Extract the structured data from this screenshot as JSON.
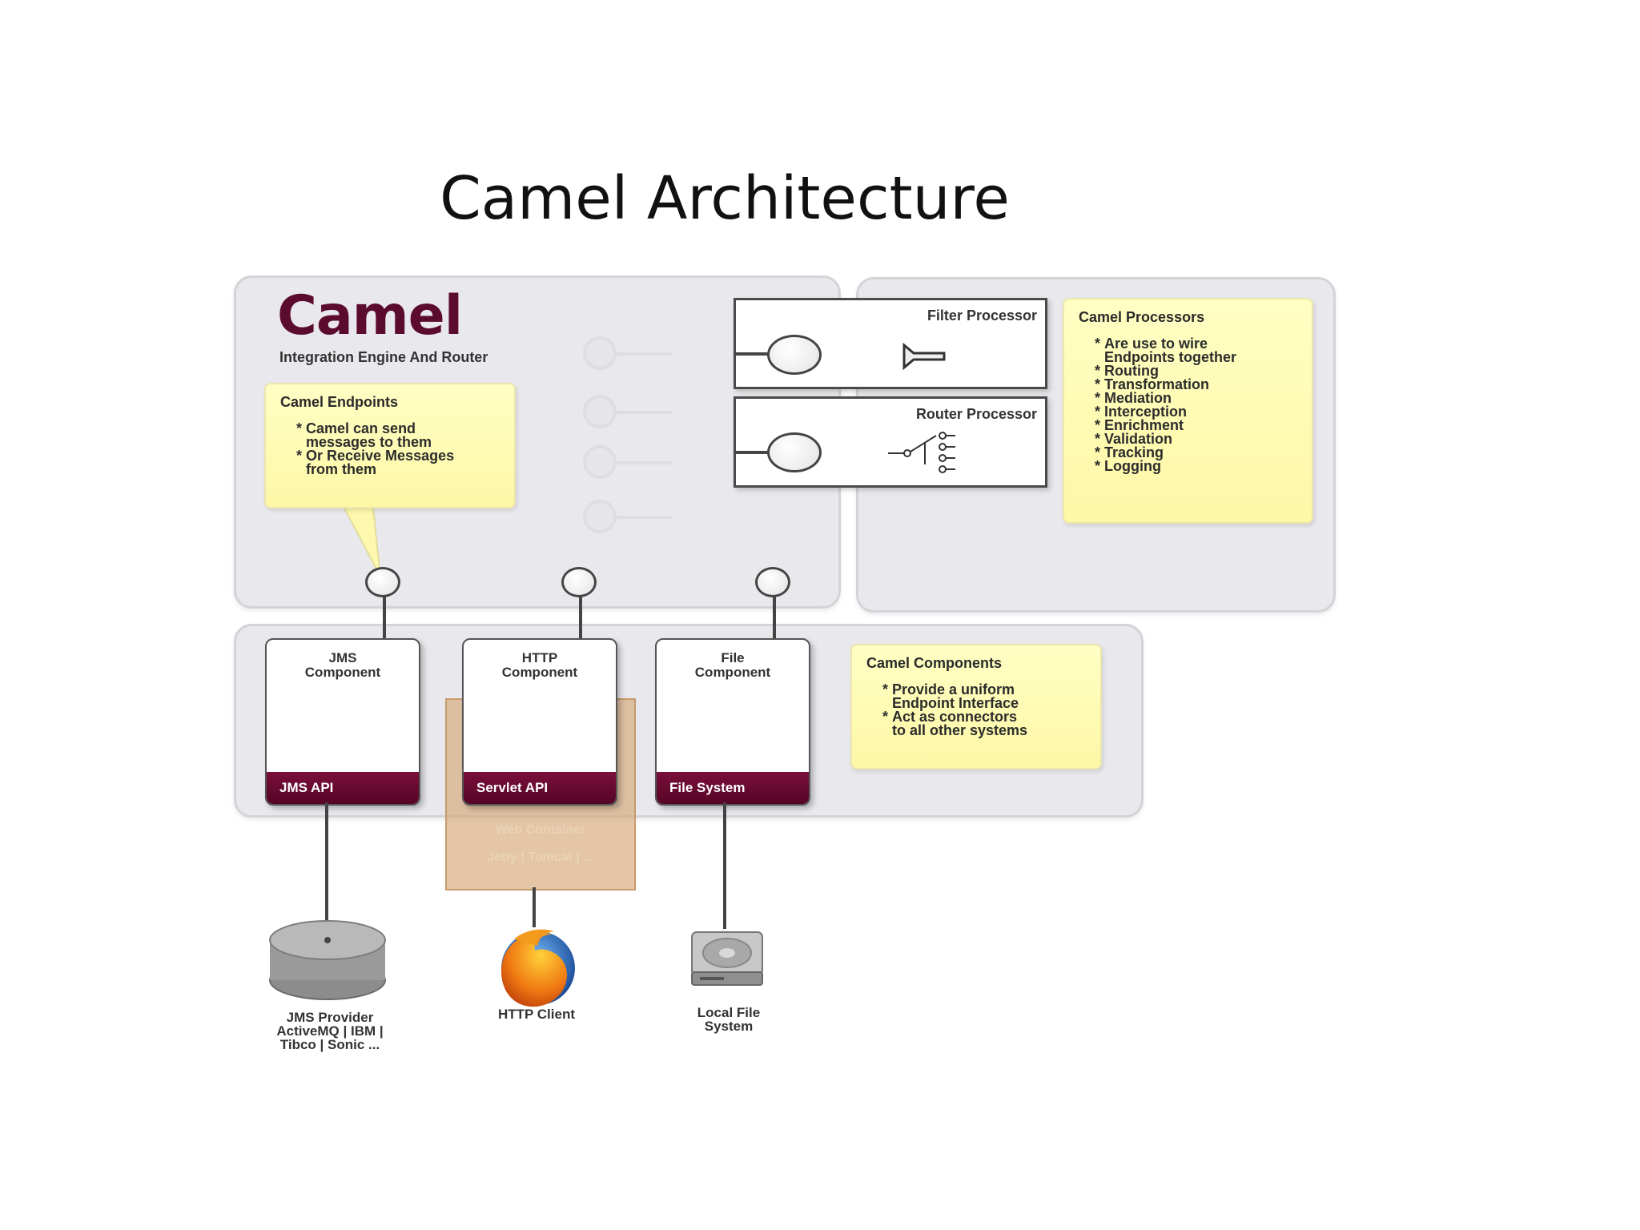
{
  "slide": {
    "title": "Camel Architecture"
  },
  "camel": {
    "logo": "Camel",
    "subtitle": "Integration Engine And Router"
  },
  "endpoints_note": {
    "title": "Camel Endpoints",
    "items": [
      "Camel can send\nmessages to them",
      "Or Receive Messages\nfrom them"
    ]
  },
  "processors": [
    {
      "title": "Filter Processor",
      "icon": "funnel-icon"
    },
    {
      "title": "Router Processor",
      "icon": "router-icon"
    }
  ],
  "processors_note": {
    "title": "Camel Processors",
    "items": [
      "Are use to wire\nEndpoints together",
      "Routing",
      "Transformation",
      "Mediation",
      "Interception",
      "Enrichment",
      "Validation",
      "Tracking",
      "Logging"
    ]
  },
  "components": [
    {
      "title": "JMS\nComponent",
      "api": "JMS API"
    },
    {
      "title": "HTTP\nComponent",
      "api": "Servlet API"
    },
    {
      "title": "File\nComponent",
      "api": "File System"
    }
  ],
  "components_note": {
    "title": "Camel Components",
    "items": [
      "Provide a uniform\nEndpoint Interface",
      "Act as connectors\nto all other systems"
    ]
  },
  "web_container": {
    "label": "Web Container",
    "servers": "Jetty | Tomcat | ..."
  },
  "externals": [
    {
      "label": "JMS Provider\nActiveMQ | IBM |\nTibco | Sonic ...",
      "icon": "database-icon"
    },
    {
      "label": "HTTP Client",
      "icon": "firefox-icon"
    },
    {
      "label": "Local File\nSystem",
      "icon": "hard-drive-icon"
    }
  ],
  "colors": {
    "component_bar": "#6a0a30",
    "note_fill": "#ffffc4",
    "panel_fill": "#e9e8ec"
  }
}
